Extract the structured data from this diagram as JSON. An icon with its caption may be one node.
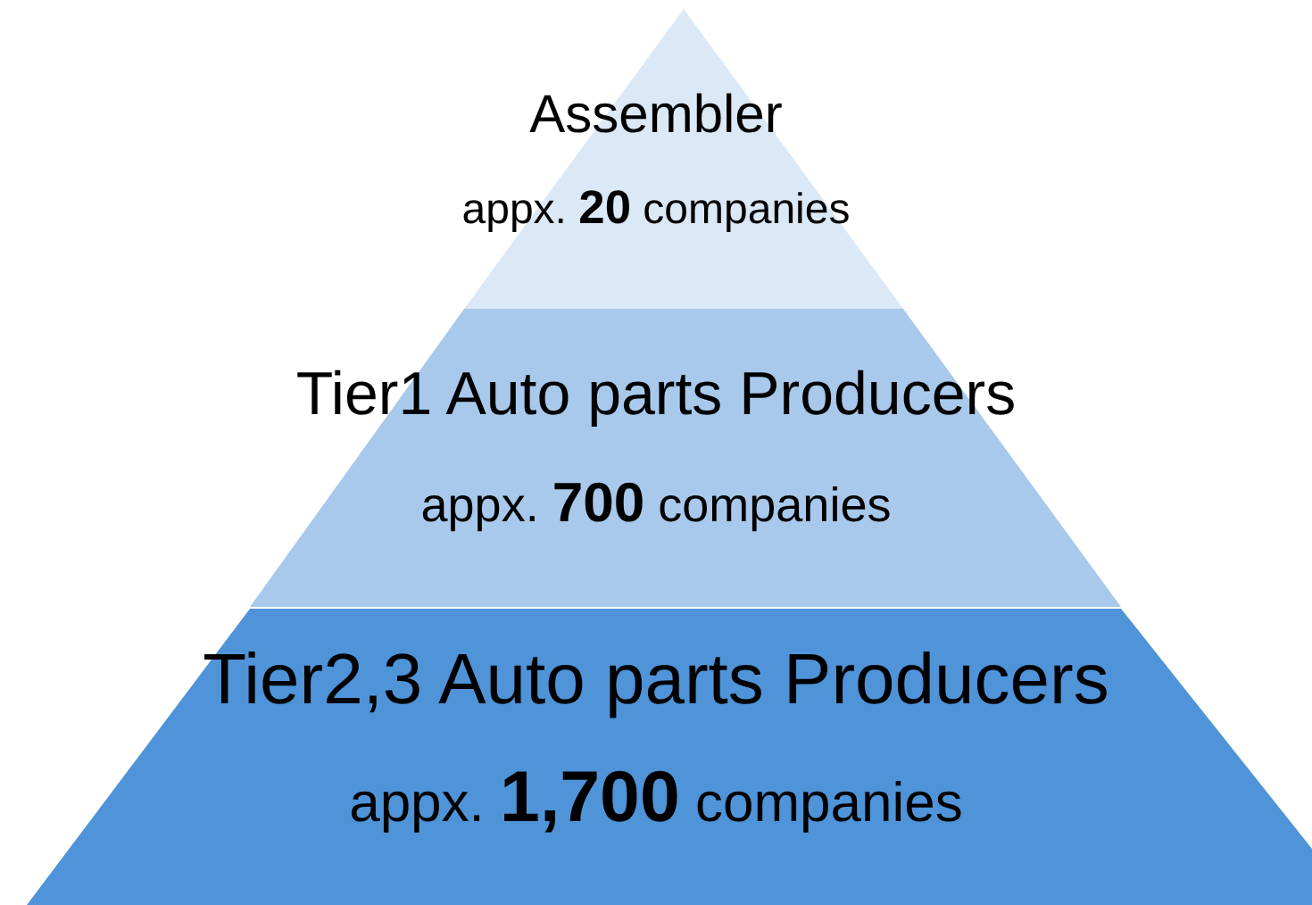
{
  "diagram": {
    "nodes": [
      {
        "text": [
          "Assembler",
          "appx. **20** companies"
        ]
      },
      {
        "text": [
          "Tier1 Auto parts Producers",
          "appx. **700** companies"
        ]
      },
      {
        "text": [
          "Tier2,3 Auto parts Producers",
          "appx. **1,700** companies"
        ]
      }
    ]
  }
}
